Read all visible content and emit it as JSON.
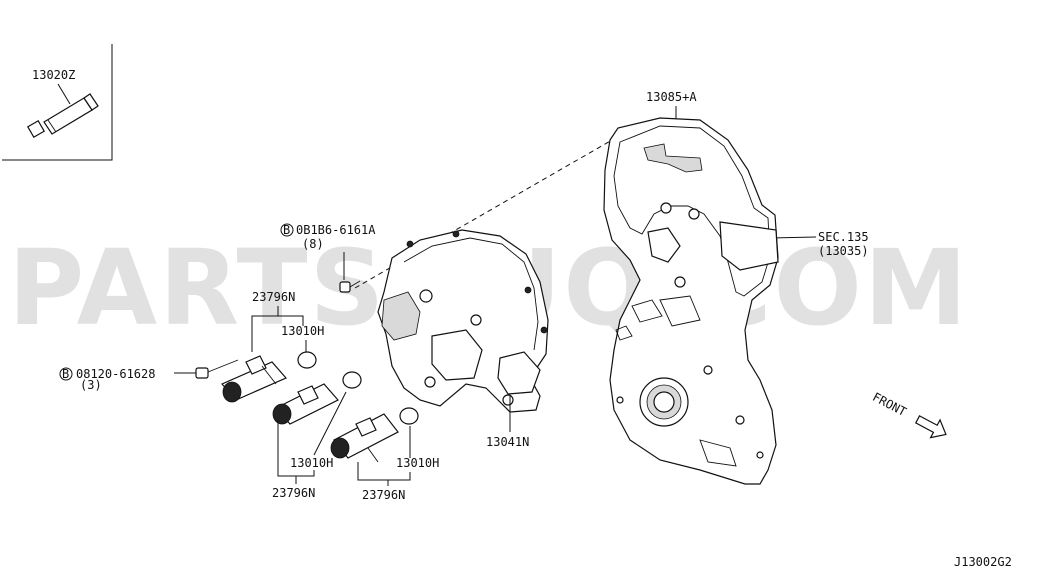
{
  "watermark": "PARTSOUQ.COM",
  "diagram_code": "J13002G2",
  "front_label": "FRONT",
  "labels": {
    "sealant": "13020Z",
    "gasket": "13085+A",
    "section_ref": "SEC.135",
    "section_sub": "(13035)",
    "bolt_upper": "0B1B6-6161A",
    "bolt_upper_qty": "(8)",
    "bolt_upper_prefix": "B",
    "bolt_lower": "08120-61628",
    "bolt_lower_qty": "(3)",
    "bolt_lower_prefix": "B",
    "valve_top": "23796N",
    "oring_top": "13010H",
    "oring_mid": "13010H",
    "valve_mid": "23796N",
    "oring_bottom": "13010H",
    "valve_bottom": "23796N",
    "cover": "13041N"
  }
}
